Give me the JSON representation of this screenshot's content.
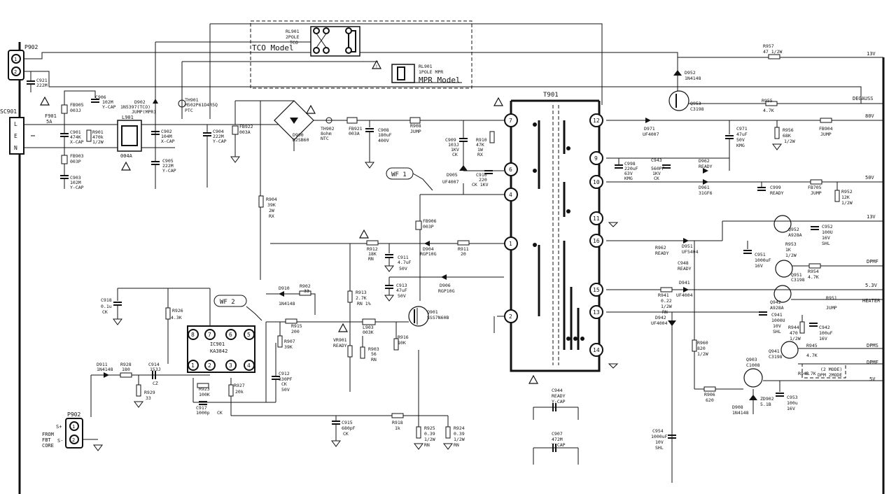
{
  "rails": {
    "r13v_top": "13V",
    "degauss": "DEGAUSS",
    "r80v": "80V",
    "r50v": "50V",
    "r13v_mid": "13V",
    "dpmf": "DPMF",
    "r5_3v": "5.3V",
    "heater": "HEATER",
    "dpms": "DPMS",
    "dpmf2": "DPMF",
    "r5v": "5V"
  },
  "connectors": {
    "p902_top": "P902",
    "sc901": "SC901",
    "p902_bottom": "P902",
    "from_fbt_line1": "FROM",
    "from_fbt_line2": "FBT",
    "from_fbt_line3": "CORE",
    "s_plus": "S+",
    "s_minus": "S-"
  },
  "relays": {
    "rl901_tco_name": "RL901",
    "rl901_tco_line2": "2POLE",
    "rl901_tco_line3": "TCO",
    "tco_model": "TCO Model",
    "rl901_mpr_name": "RL901",
    "rl901_mpr_line2": "1POLE MPR",
    "mpr_model": "MPR Model"
  },
  "waveforms": {
    "wf1": "WF 1",
    "wf2": "WF 2"
  },
  "transformer": {
    "name": "T901",
    "pins_left": [
      "7",
      "6",
      "4",
      "1",
      "2"
    ],
    "pins_right": [
      "12",
      "9",
      "10",
      "11",
      "16",
      "15",
      "13",
      "14"
    ]
  },
  "ic": {
    "name": "IC901",
    "part": "KA3842",
    "pins_top": [
      "8",
      "7",
      "6",
      "5"
    ],
    "pins_bottom": [
      "1",
      "2",
      "3",
      "4"
    ]
  },
  "components": {
    "c921": [
      "C921",
      "222M"
    ],
    "f901": [
      "F901",
      "5A"
    ],
    "fb905": [
      "FB905",
      "003J"
    ],
    "c906": [
      "C906",
      "102M",
      "Y-CAP"
    ],
    "c901": [
      "C901",
      "474K",
      "X-CAP"
    ],
    "r901": [
      "R901",
      "470k",
      "1/2W"
    ],
    "l901": [
      "L901"
    ],
    "l901_val": [
      "004A"
    ],
    "d902": [
      "D902",
      "1N5397(TCO)",
      "JUMP(MPR)"
    ],
    "th901": [
      "TH901",
      "M502P61D4R5Q",
      "PTC"
    ],
    "c902": [
      "C902",
      "104M",
      "X-CAP"
    ],
    "c904": [
      "C904",
      "222M",
      "Y-CAP"
    ],
    "fb922": [
      "FB922",
      "003A"
    ],
    "fb903": [
      "FB903",
      "003P"
    ],
    "c905": [
      "C905",
      "222M",
      "Y-CAP"
    ],
    "c903": [
      "C903",
      "102M",
      "Y-CAP"
    ],
    "d900": [
      "D900",
      "D2SB60"
    ],
    "th902": [
      "TH902",
      "8ohm",
      "NTC"
    ],
    "fb921": [
      "FB921",
      "003A"
    ],
    "c908": [
      "C908",
      "180uF",
      "400V"
    ],
    "r908": [
      "R908",
      "JUMP"
    ],
    "c909": [
      "C909",
      "103J",
      "1KV",
      "CK"
    ],
    "r910": [
      "R910",
      "47K",
      "1W",
      "RX"
    ],
    "d905": [
      "D905",
      "UF4007"
    ],
    "c910": [
      "C910",
      "220",
      "CK 1KV"
    ],
    "r904": [
      "R904",
      "39K",
      "2W",
      "RX"
    ],
    "fb906": [
      "FB906",
      "003P"
    ],
    "r912": [
      "R912",
      "18K",
      "RN"
    ],
    "c911": [
      "C911",
      "4.7uF",
      "50V"
    ],
    "d904": [
      "D904",
      "RGP10G"
    ],
    "r911": [
      "R911",
      "20"
    ],
    "c918": [
      "C918",
      "0.1u",
      "CK"
    ],
    "r926": [
      "R926",
      "4.3K"
    ],
    "d910": [
      "D910",
      "1N4148"
    ],
    "r902": [
      "R902",
      "33"
    ],
    "r913": [
      "R913",
      "2.7K",
      "RN 1%"
    ],
    "c913": [
      "C913",
      "47uF",
      "50V"
    ],
    "d906": [
      "D906",
      "RGP10G"
    ],
    "q901": [
      "Q901",
      "SSS7N60B"
    ],
    "r915": [
      "R915",
      "200"
    ],
    "r907": [
      "R907",
      "39K"
    ],
    "l903": [
      "L903",
      "003K"
    ],
    "vr901": [
      "VR901",
      "READY"
    ],
    "r903": [
      "R903",
      "56",
      "RN"
    ],
    "r916": [
      "R916",
      "10K"
    ],
    "d911": [
      "D911",
      "1N4148"
    ],
    "r928": [
      "R928",
      "180"
    ],
    "c914": [
      "C914",
      "153J",
      "CZ"
    ],
    "r929": [
      "R929",
      "33"
    ],
    "r923": [
      "R923",
      "100K"
    ],
    "c917": [
      "C917",
      "1000p",
      "CK"
    ],
    "r927": [
      "R927",
      "20k"
    ],
    "c912": [
      "C912",
      "330PF",
      "CK",
      "50V"
    ],
    "c915": [
      "C915",
      "680pF",
      "CK"
    ],
    "r918": [
      "R918",
      "1k"
    ],
    "r925": [
      "R925",
      "0.39",
      "1/2W",
      "RN"
    ],
    "r924": [
      "R924",
      "0.39",
      "1/2W",
      "RN"
    ],
    "c944": [
      "C944",
      "READY",
      "Y-CAP"
    ],
    "c907": [
      "C907",
      "472M",
      "Y-CAP"
    ],
    "r957": [
      "R957",
      "47 1/2W"
    ],
    "d952": [
      "D952",
      "1N4148"
    ],
    "q953": [
      "Q953",
      "C3198"
    ],
    "r955": [
      "R955",
      "4.7K"
    ],
    "d971": [
      "D971",
      "UF4007"
    ],
    "c971": [
      "C971",
      "47uF",
      "50V",
      "KMG"
    ],
    "r956": [
      "R956",
      "68K",
      "1/2W"
    ],
    "fb904": [
      "FB904",
      "JUMP"
    ],
    "c998": [
      "C998",
      "220uF",
      "63V",
      "KMG"
    ],
    "c943": [
      "C943",
      "560PF",
      "1KV",
      "CK"
    ],
    "d962": [
      "D962",
      "READY"
    ],
    "d961": [
      "D961",
      "31GF6"
    ],
    "c999": [
      "C999",
      "READY"
    ],
    "fb705": [
      "FB705",
      "JUMP"
    ],
    "r952": [
      "R952",
      "12K",
      "1/2W"
    ],
    "q952": [
      "Q952",
      "A928A"
    ],
    "c952": [
      "C952",
      "100U",
      "16V",
      "SHL"
    ],
    "r953": [
      "R953",
      "1K",
      "1/2W"
    ],
    "r962": [
      "R962",
      "READY"
    ],
    "d951": [
      "D951",
      "UF5404"
    ],
    "c948": [
      "C948",
      "READY"
    ],
    "c951": [
      "C951",
      "1000uF",
      "16V"
    ],
    "q951": [
      "Q951",
      "C3198"
    ],
    "r954": [
      "R954",
      "4.7K"
    ],
    "d941": [
      "D941",
      "UF4004"
    ],
    "r941": [
      "R941",
      "0.22",
      "1/2W",
      "RN"
    ],
    "q942": [
      "Q942",
      "A928A"
    ],
    "r951": [
      "R951",
      "JUMP"
    ],
    "c941": [
      "C941",
      "1000U",
      "10V",
      "SHL"
    ],
    "d942": [
      "D942",
      "UF4004"
    ],
    "r944": [
      "R944",
      "470",
      "1/2W"
    ],
    "c942": [
      "C942",
      "100uF",
      "16V"
    ],
    "r960": [
      "R960",
      "820",
      "1/2W"
    ],
    "q941": [
      "Q941",
      "C3198"
    ],
    "r945": [
      "R945",
      "4.7K"
    ],
    "mode2": [
      "(2 MODE)"
    ],
    "r943": [
      "R943",
      "4.7K",
      "DPM 2MODE"
    ],
    "q903": [
      "Q903",
      "C1008"
    ],
    "r906": [
      "R906",
      "620"
    ],
    "zd902": [
      "ZD902",
      "5.1B"
    ],
    "c953": [
      "C953",
      "100u",
      "16V"
    ],
    "d908": [
      "D908",
      "1N4148"
    ],
    "c954": [
      "C954",
      "1000uF",
      "10V",
      "SHL"
    ]
  }
}
